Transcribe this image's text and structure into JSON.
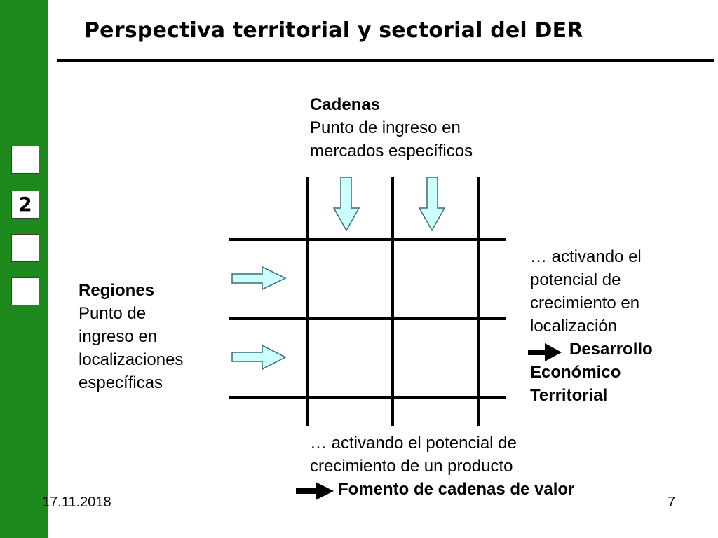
{
  "slide": {
    "title": "Perspectiva territorial y sectorial del DER",
    "date": "17.11.2018",
    "page_number": "7"
  },
  "nav": {
    "boxes": [
      "",
      "2",
      "",
      ""
    ],
    "active_index": 1
  },
  "cadenas": {
    "heading": "Cadenas",
    "line1": "Punto de ingreso en",
    "line2": "mercados específicos"
  },
  "regiones": {
    "heading": "Regiones",
    "lines": [
      "Punto de",
      "ingreso en",
      "localizaciones",
      "específicas"
    ]
  },
  "right_text": {
    "lines": [
      "… activando el",
      "potencial de",
      "crecimiento en",
      "localización"
    ],
    "result_line1": "Desarrollo",
    "result_line2": "Económico",
    "result_line3": "Territorial"
  },
  "bottom_text": {
    "line1": "… activando el potencial de",
    "line2": "crecimiento de un producto",
    "result": "Fomento de cadenas de valor"
  },
  "colors": {
    "sidebar": "#1e8a1e",
    "arrow_fill": "#ccffff",
    "arrow_stroke": "#3a6e6e",
    "grid": "#000000"
  }
}
